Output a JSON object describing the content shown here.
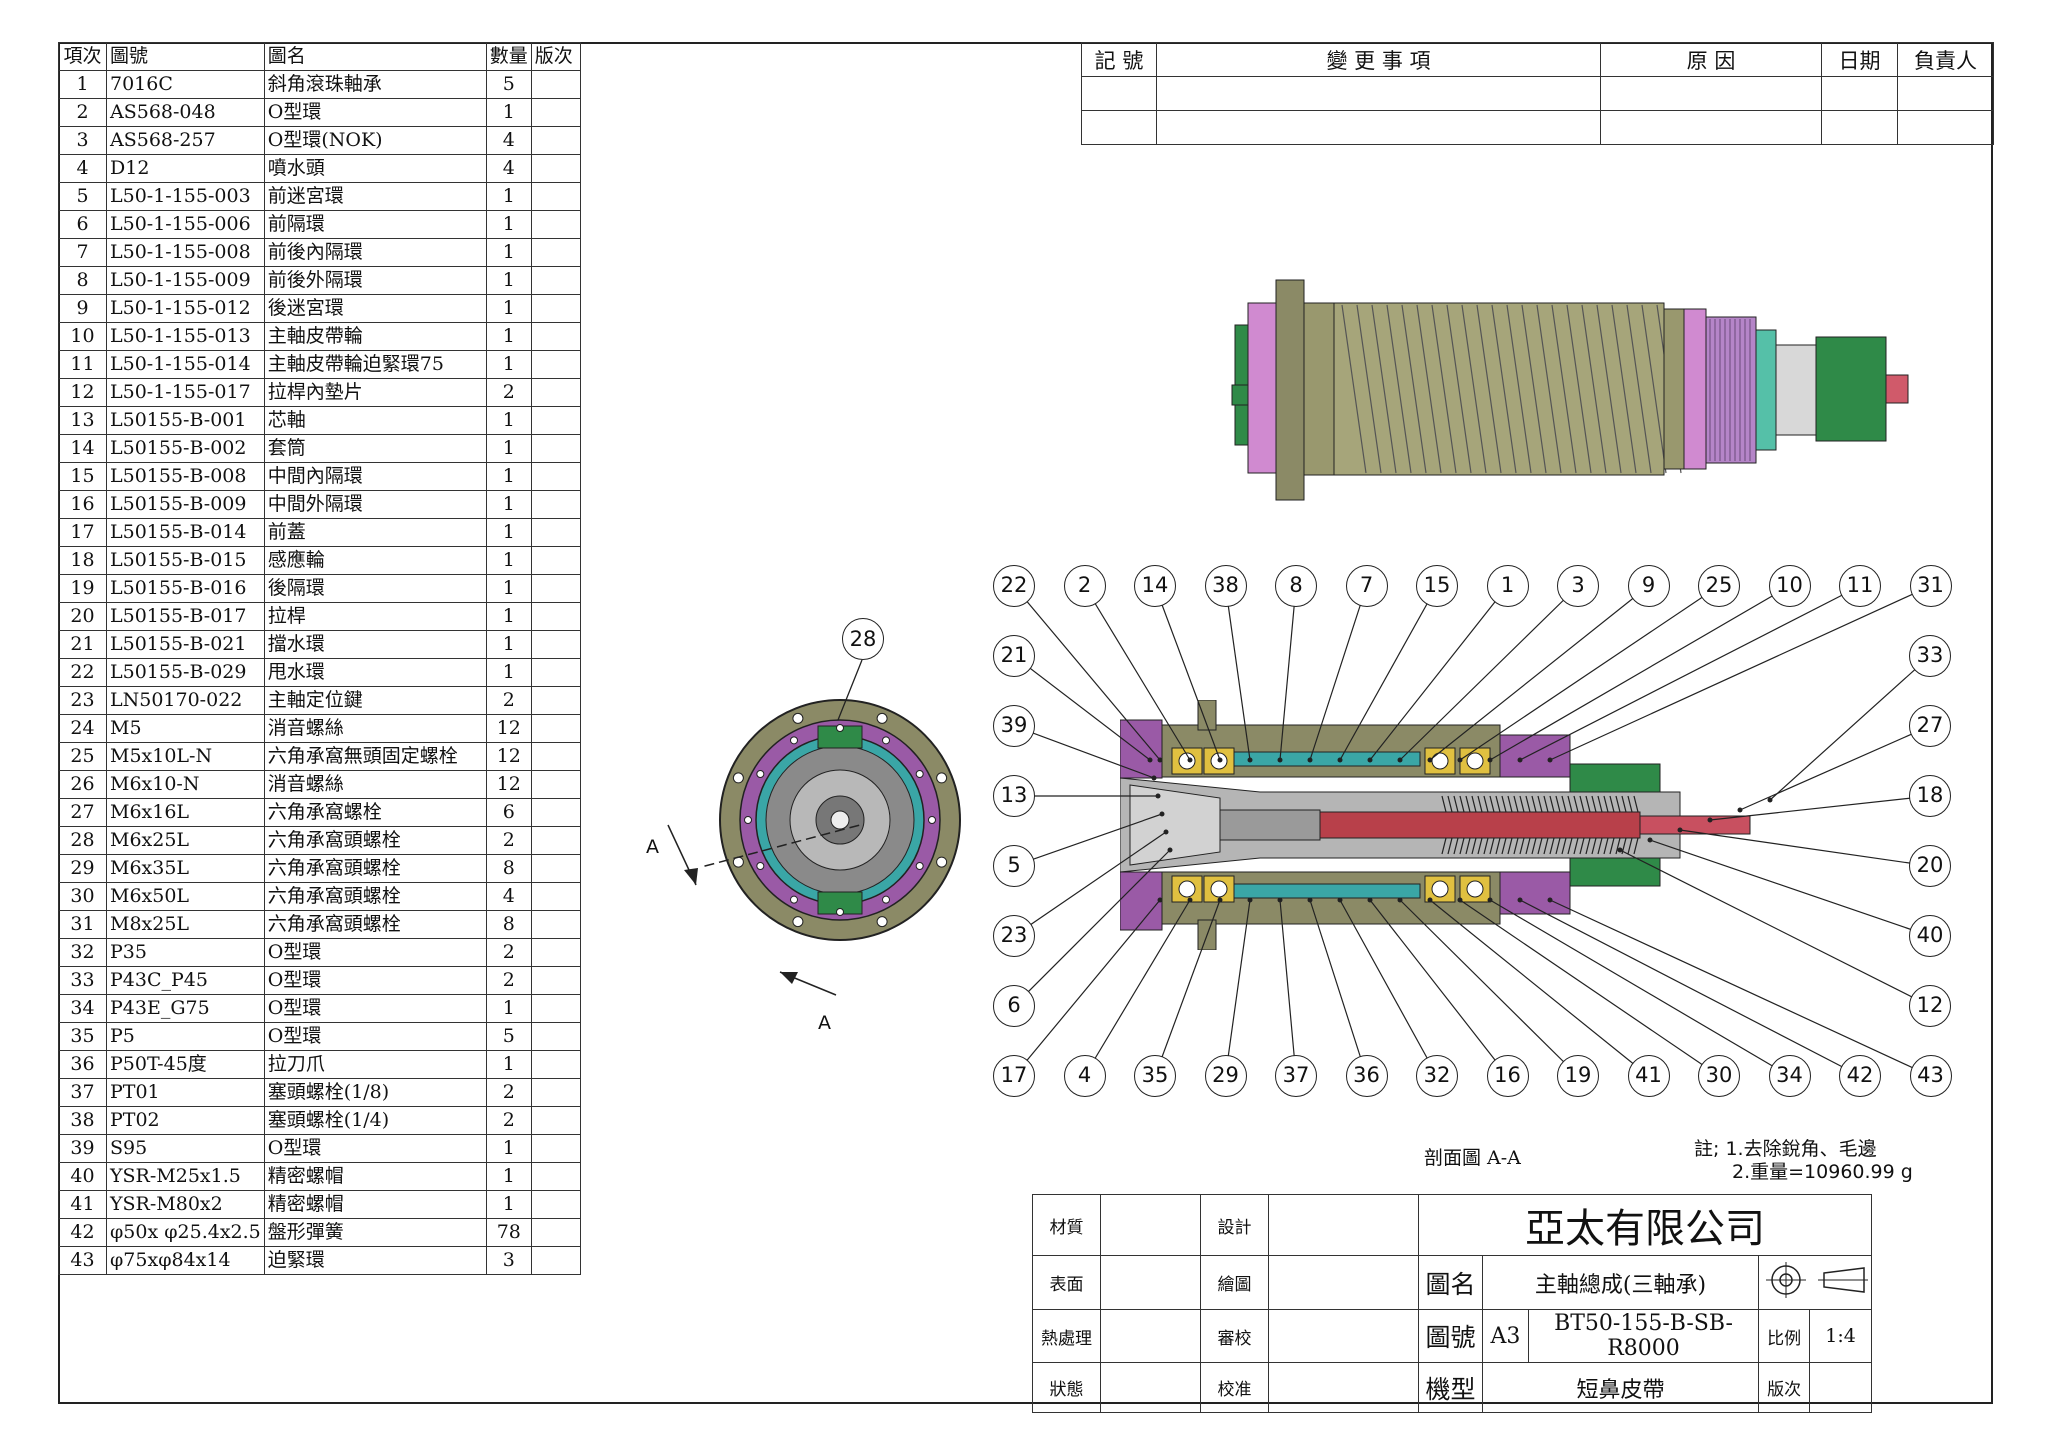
{
  "bom": {
    "headers": {
      "no": "項次",
      "code": "圖號",
      "name": "圖名",
      "qty": "數量",
      "rev": "版次"
    },
    "rows": [
      {
        "no": "1",
        "code": "7016C",
        "name": "斜角滾珠軸承",
        "qty": "5"
      },
      {
        "no": "2",
        "code": "AS568-048",
        "name": "O型環",
        "qty": "1"
      },
      {
        "no": "3",
        "code": "AS568-257",
        "name": "O型環(NOK)",
        "qty": "4"
      },
      {
        "no": "4",
        "code": "D12",
        "name": "噴水頭",
        "qty": "4"
      },
      {
        "no": "5",
        "code": "L50-1-155-003",
        "name": "前迷宮環",
        "qty": "1"
      },
      {
        "no": "6",
        "code": "L50-1-155-006",
        "name": "前隔環",
        "qty": "1"
      },
      {
        "no": "7",
        "code": "L50-1-155-008",
        "name": "前後內隔環",
        "qty": "1"
      },
      {
        "no": "8",
        "code": "L50-1-155-009",
        "name": "前後外隔環",
        "qty": "1"
      },
      {
        "no": "9",
        "code": "L50-1-155-012",
        "name": "後迷宮環",
        "qty": "1"
      },
      {
        "no": "10",
        "code": "L50-1-155-013",
        "name": "主軸皮帶輪",
        "qty": "1"
      },
      {
        "no": "11",
        "code": "L50-1-155-014",
        "name": "主軸皮帶輪迫緊環75",
        "qty": "1"
      },
      {
        "no": "12",
        "code": "L50-1-155-017",
        "name": "拉桿內墊片",
        "qty": "2"
      },
      {
        "no": "13",
        "code": "L50155-B-001",
        "name": "芯軸",
        "qty": "1"
      },
      {
        "no": "14",
        "code": "L50155-B-002",
        "name": "套筒",
        "qty": "1"
      },
      {
        "no": "15",
        "code": "L50155-B-008",
        "name": "中間內隔環",
        "qty": "1"
      },
      {
        "no": "16",
        "code": "L50155-B-009",
        "name": "中間外隔環",
        "qty": "1"
      },
      {
        "no": "17",
        "code": "L50155-B-014",
        "name": "前蓋",
        "qty": "1"
      },
      {
        "no": "18",
        "code": "L50155-B-015",
        "name": "感應輪",
        "qty": "1"
      },
      {
        "no": "19",
        "code": "L50155-B-016",
        "name": "後隔環",
        "qty": "1"
      },
      {
        "no": "20",
        "code": "L50155-B-017",
        "name": "拉桿",
        "qty": "1"
      },
      {
        "no": "21",
        "code": "L50155-B-021",
        "name": "擋水環",
        "qty": "1"
      },
      {
        "no": "22",
        "code": "L50155-B-029",
        "name": "甩水環",
        "qty": "1"
      },
      {
        "no": "23",
        "code": "LN50170-022",
        "name": "主軸定位鍵",
        "qty": "2"
      },
      {
        "no": "24",
        "code": "M5",
        "name": "消音螺絲",
        "qty": "12"
      },
      {
        "no": "25",
        "code": "M5x10L-N",
        "name": "六角承窩無頭固定螺栓",
        "qty": "12"
      },
      {
        "no": "26",
        "code": "M6x10-N",
        "name": "消音螺絲",
        "qty": "12"
      },
      {
        "no": "27",
        "code": "M6x16L",
        "name": "六角承窩螺栓",
        "qty": "6"
      },
      {
        "no": "28",
        "code": "M6x25L",
        "name": "六角承窩頭螺栓",
        "qty": "2"
      },
      {
        "no": "29",
        "code": "M6x35L",
        "name": "六角承窩頭螺栓",
        "qty": "8"
      },
      {
        "no": "30",
        "code": "M6x50L",
        "name": "六角承窩頭螺栓",
        "qty": "4"
      },
      {
        "no": "31",
        "code": "M8x25L",
        "name": "六角承窩頭螺栓",
        "qty": "8"
      },
      {
        "no": "32",
        "code": "P35",
        "name": "O型環",
        "qty": "2"
      },
      {
        "no": "33",
        "code": "P43C_P45",
        "name": "O型環",
        "qty": "2"
      },
      {
        "no": "34",
        "code": "P43E_G75",
        "name": "O型環",
        "qty": "1"
      },
      {
        "no": "35",
        "code": "P5",
        "name": "O型環",
        "qty": "5"
      },
      {
        "no": "36",
        "code": "P50T-45度",
        "name": "拉刀爪",
        "qty": "1"
      },
      {
        "no": "37",
        "code": "PT01",
        "name": "塞頭螺栓(1/8)",
        "qty": "2"
      },
      {
        "no": "38",
        "code": "PT02",
        "name": "塞頭螺栓(1/4)",
        "qty": "2"
      },
      {
        "no": "39",
        "code": "S95",
        "name": "O型環",
        "qty": "1"
      },
      {
        "no": "40",
        "code": "YSR-M25x1.5",
        "name": "精密螺帽",
        "qty": "1"
      },
      {
        "no": "41",
        "code": "YSR-M80x2",
        "name": "精密螺帽",
        "qty": "1"
      },
      {
        "no": "42",
        "code": "φ50x φ25.4x2.5",
        "name": "盤形彈簧",
        "qty": "78"
      },
      {
        "no": "43",
        "code": "φ75xφ84x14",
        "name": "迫緊環",
        "qty": "3"
      }
    ]
  },
  "revision": {
    "h1": "記 號",
    "h2": "變  更  事  項",
    "h3": "原  因",
    "h4": "日期",
    "h5": "負責人"
  },
  "balloons": {
    "top": [
      "22",
      "2",
      "14",
      "38",
      "8",
      "7",
      "15",
      "1",
      "3",
      "9",
      "25",
      "10",
      "11",
      "31"
    ],
    "left": [
      "21",
      "39",
      "13",
      "5",
      "23",
      "6"
    ],
    "right": [
      "33",
      "27",
      "18",
      "20",
      "40",
      "12"
    ],
    "bottom": [
      "17",
      "4",
      "35",
      "29",
      "37",
      "36",
      "32",
      "16",
      "19",
      "41",
      "30",
      "34",
      "42",
      "43"
    ],
    "end_view": "28"
  },
  "section": {
    "marker": "A",
    "label": "剖面圖 A-A"
  },
  "notes": {
    "line1": "註; 1.去除銳角、毛邊",
    "line2": "2.重量=10960.99 g"
  },
  "title_block": {
    "material": "材質",
    "surface": "表面",
    "heat": "熱處理",
    "status": "狀態",
    "design": "設計",
    "draw": "繪圖",
    "review": "審校",
    "approve": "校准",
    "company": "亞太有限公司",
    "name_label": "圖名",
    "name_value": "主軸總成(三軸承)",
    "no_label": "圖號",
    "size": "A3",
    "no_value": "BT50-155-B-SB-R8000",
    "scale_label": "比例",
    "scale_value": "1:4",
    "model_label": "機型",
    "model_value": "短鼻皮帶",
    "version_label": "版次"
  },
  "colors": {
    "housing": "#8b8a66",
    "purple": "#a060a8",
    "cyan": "#3aa6a6",
    "red": "#b8404a",
    "green": "#2f8a48",
    "pink": "#d8a0d8"
  }
}
